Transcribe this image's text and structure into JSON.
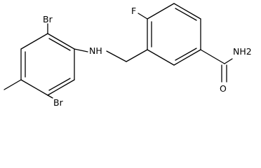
{
  "molecule": {
    "atoms": {
      "br_top": "Br",
      "br_bottom": "Br",
      "nh": "NH",
      "f": "F",
      "nh2": "NH2",
      "o": "O"
    }
  }
}
